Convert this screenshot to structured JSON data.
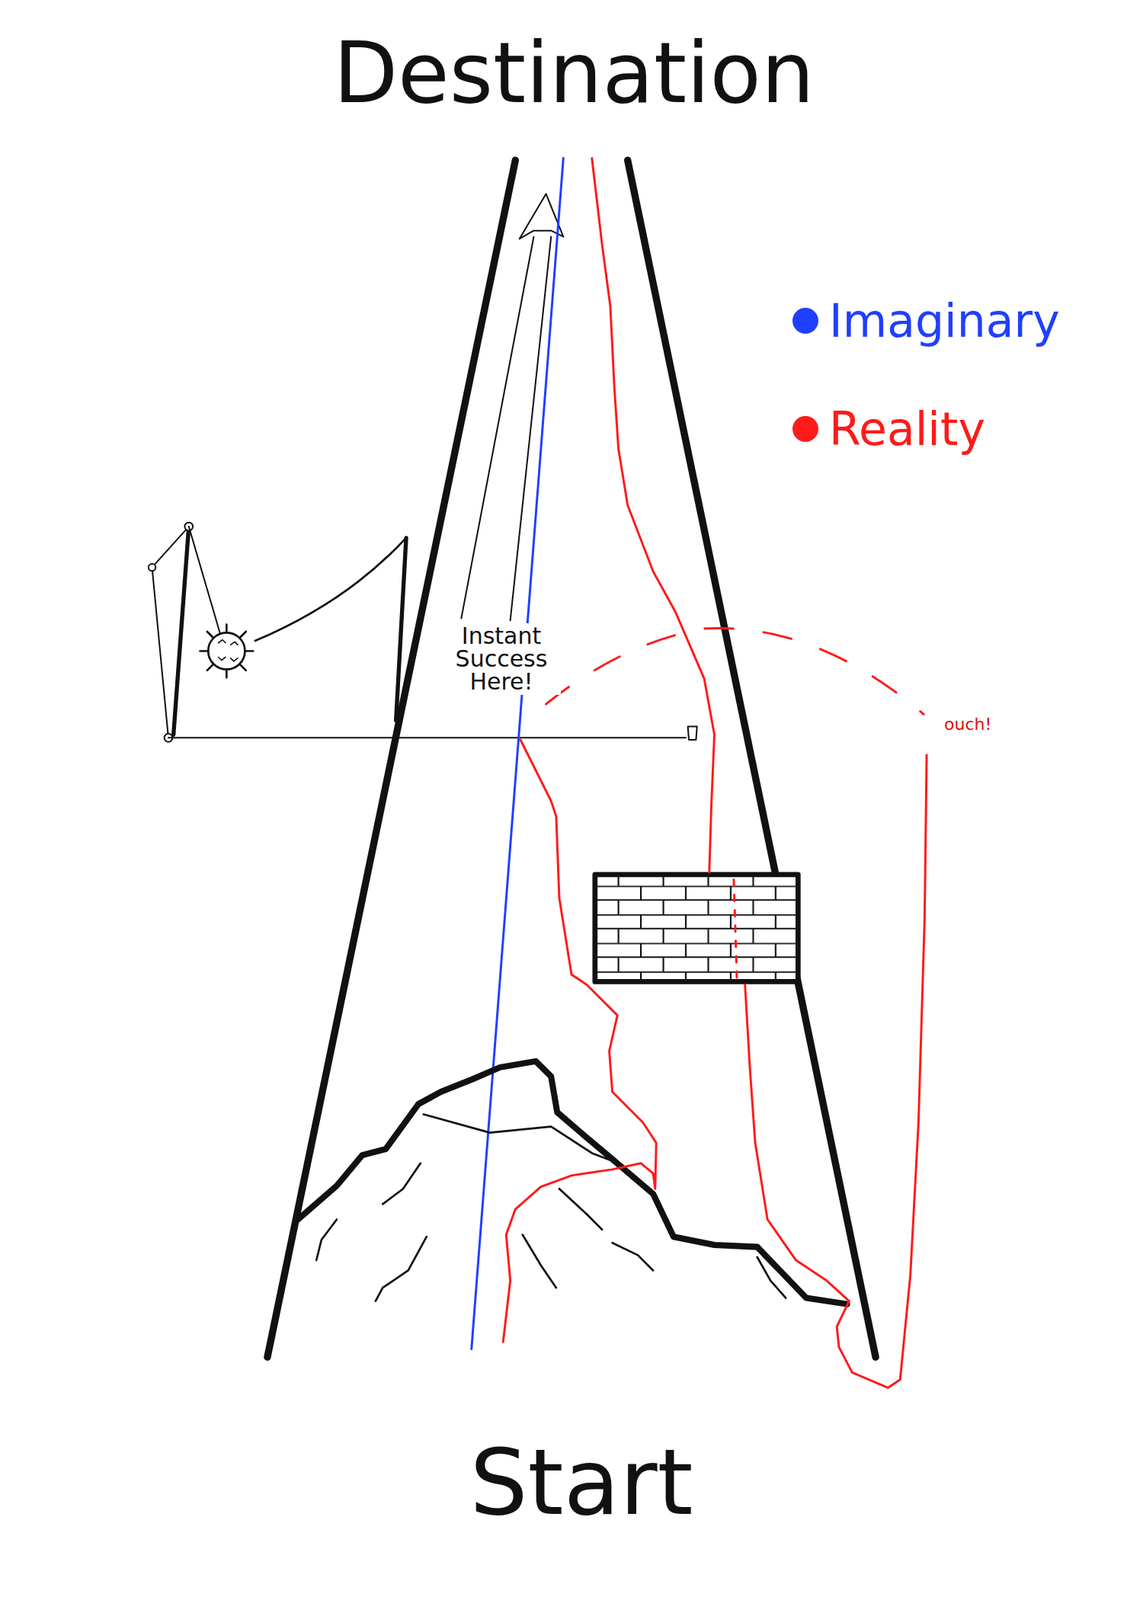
{
  "diagram": {
    "labels": [
      "Destination",
      "Start",
      "Instant Success Here!",
      "ouch!"
    ],
    "legend": [
      {
        "text": "Imaginary",
        "color": "#1f3fff"
      },
      {
        "text": "Reality",
        "color": "#ff1a1a"
      }
    ]
  }
}
